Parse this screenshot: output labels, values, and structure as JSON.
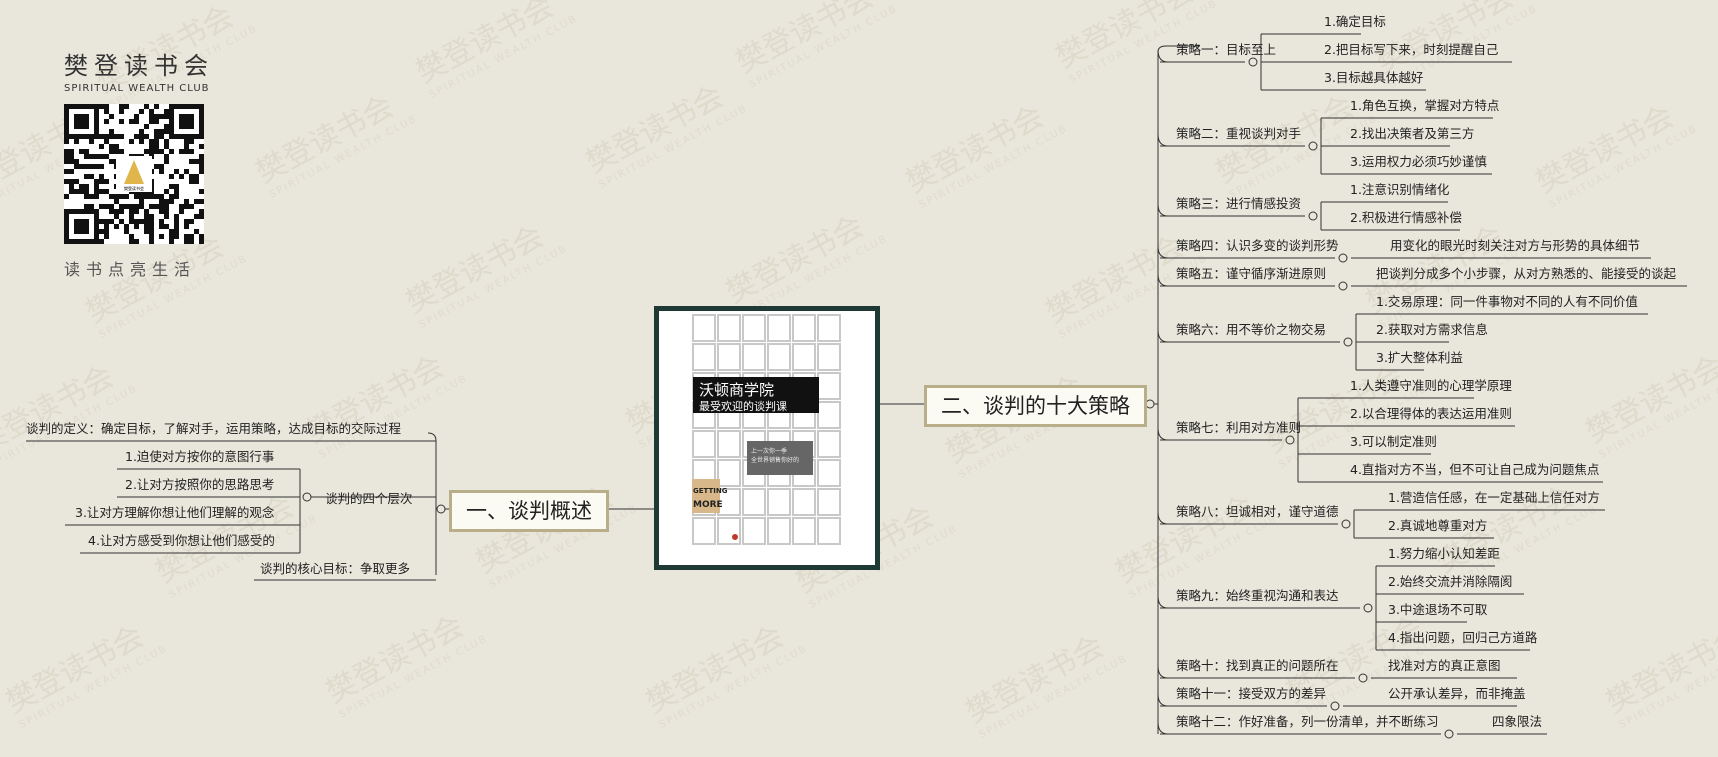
{
  "logo": {
    "title": "樊登读书会",
    "subtitle": "SPIRITUAL WEALTH CLUB",
    "slogan": "读书点亮生活",
    "qr_badge": "樊登读书会"
  },
  "watermark": {
    "text": "樊登读书会",
    "subtext": "SPIRITUAL WEALTH CLUB"
  },
  "book": {
    "title_line1": "沃顿商学院",
    "title_line2": "最受欢迎的谈判课",
    "grey_line1": "上一次你一季",
    "grey_line2": "全世界销售你好的",
    "getting": "GETTING",
    "more": "MORE"
  },
  "left_main": "一、谈判概述",
  "left_items": {
    "definition": "谈判的定义：确定目标，了解对手，运用策略，达成目标的交际过程",
    "levels_label": "谈判的四个层次",
    "levels": [
      "1.迫使对方按你的意图行事",
      "2.让对方按照你的思路思考",
      "3.让对方理解你想让他们理解的观念",
      "4.让对方感受到你想让他们感受的"
    ],
    "core_goal": "谈判的核心目标：争取更多"
  },
  "right_main": "二、谈判的十大策略",
  "strategies": [
    {
      "label": "策略一：目标至上",
      "children": [
        "1.确定目标",
        "2.把目标写下来，时刻提醒自己",
        "3.目标越具体越好"
      ]
    },
    {
      "label": "策略二：重视谈判对手",
      "children": [
        "1.角色互换，掌握对方特点",
        "2.找出决策者及第三方",
        "3.运用权力必须巧妙谨慎"
      ]
    },
    {
      "label": "策略三：进行情感投资",
      "children": [
        "1.注意识别情绪化",
        "2.积极进行情感补偿"
      ]
    },
    {
      "label": "策略四：认识多变的谈判形势",
      "children": [
        "用变化的眼光时刻关注对方与形势的具体细节"
      ]
    },
    {
      "label": "策略五：谨守循序渐进原则",
      "children": [
        "把谈判分成多个小步骤，从对方熟悉的、能接受的谈起"
      ]
    },
    {
      "label": "策略六：用不等价之物交易",
      "children": [
        "1.交易原理：同一件事物对不同的人有不同价值",
        "2.获取对方需求信息",
        "3.扩大整体利益"
      ]
    },
    {
      "label": "策略七：利用对方准则",
      "children": [
        "1.人类遵守准则的心理学原理",
        "2.以合理得体的表达运用准则",
        "3.可以制定准则",
        "4.直指对方不当，但不可让自己成为问题焦点"
      ]
    },
    {
      "label": "策略八：坦诚相对，谨守道德",
      "children": [
        "1.营造信任感，在一定基础上信任对方",
        "2.真诚地尊重对方"
      ]
    },
    {
      "label": "策略九：始终重视沟通和表达",
      "children": [
        "1.努力缩小认知差距",
        "2.始终交流并消除隔阂",
        "3.中途退场不可取",
        "4.指出问题，回归己方道路"
      ]
    },
    {
      "label": "策略十：找到真正的问题所在",
      "children": [
        "找准对方的真正意图"
      ]
    },
    {
      "label": "策略十一：接受双方的差异",
      "children": [
        "公开承认差异，而非掩盖"
      ]
    },
    {
      "label": "策略十二：作好准备，列一份清单，并不断练习",
      "children": [
        "四象限法"
      ]
    }
  ],
  "colors": {
    "background": "#e9e6db",
    "line": "#333333",
    "box_border": "#b8ae8a",
    "book_border": "#1f3a35"
  }
}
